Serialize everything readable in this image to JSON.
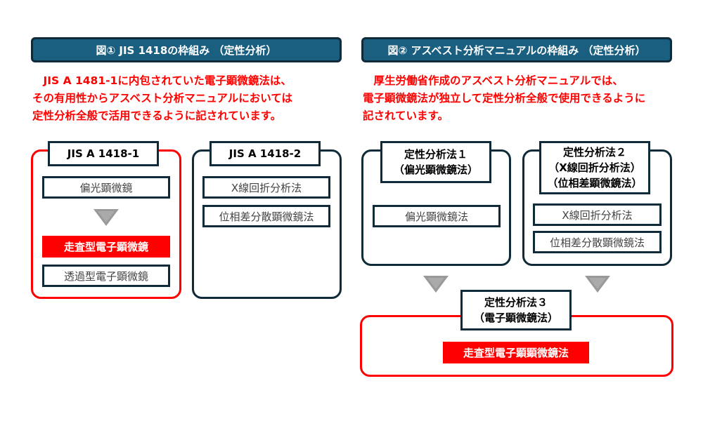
{
  "fig1": {
    "title": "図① JIS 1418の枠組み （定性分析）",
    "desc": [
      "　JIS A 1481-1に内包されていた電子顕微鏡法は、",
      "その有用性からアスベスト分析マニュアルにおいては",
      "定性分析全般で活用できるように記されています。"
    ],
    "box1": {
      "label": "JIS A 1418-1",
      "items": [
        "偏光顕微鏡",
        "走査型電子顕微鏡",
        "透過型電子顕微鏡"
      ]
    },
    "box2": {
      "label": "JIS A 1418-2",
      "items": [
        "X線回折分析法",
        "位相差分散顕微鏡法"
      ]
    }
  },
  "fig2": {
    "title": "図② アスベスト分析マニュアルの枠組み （定性分析）",
    "desc": [
      "　厚生労働省作成のアスベスト分析マニュアルでは、",
      "電子顕微鏡法が独立して定性分析全般で使用できるように",
      "記されています。"
    ],
    "box1": {
      "label": [
        "定性分析法１",
        "（偏光顕微鏡法）"
      ],
      "items": [
        "偏光顕微鏡法"
      ]
    },
    "box2": {
      "label": [
        "定性分析法２",
        "（X線回折分析法）",
        "（位相差顕微鏡法）"
      ],
      "items": [
        "X線回折分析法",
        "位相差分散顕微鏡法"
      ]
    },
    "box3": {
      "label": [
        "定性分析法３",
        "（電子顕微鏡法）"
      ],
      "items": [
        "走査型電子顕顕微鏡法"
      ]
    }
  },
  "colors": {
    "header": "#1a5f80",
    "accent": "#ff0000",
    "border": "#0f2a38"
  }
}
